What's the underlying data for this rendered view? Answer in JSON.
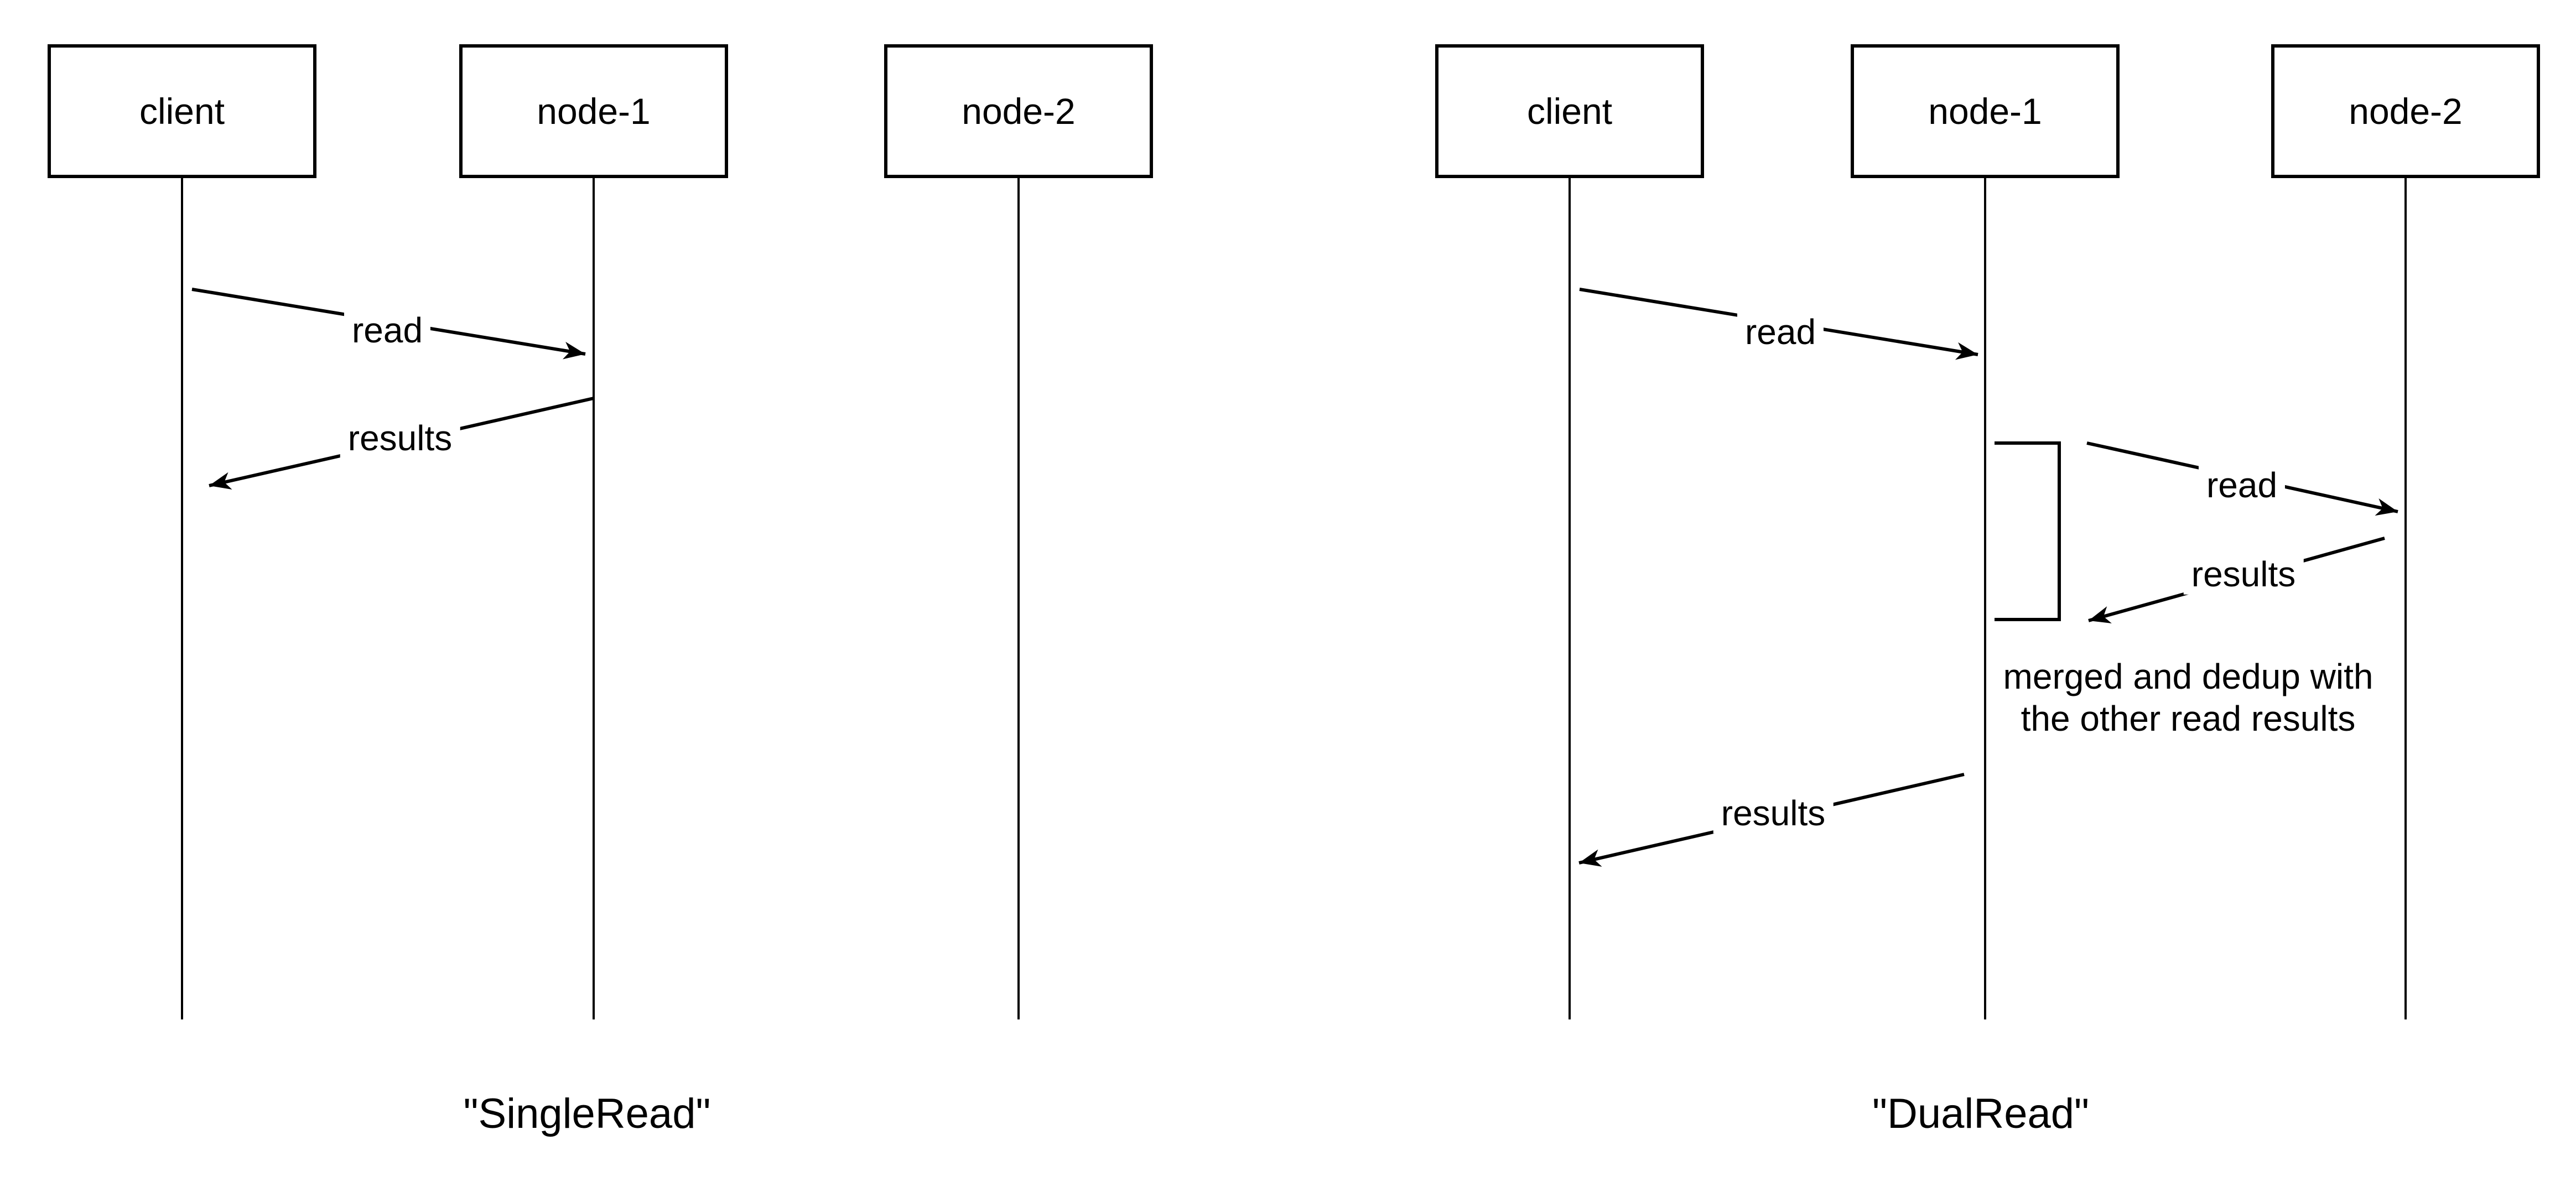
{
  "colors": {
    "background": "#ffffff",
    "stroke": "#000000",
    "text": "#000000"
  },
  "left_diagram": {
    "caption": "\"SingleRead\"",
    "actors": [
      {
        "label": "client"
      },
      {
        "label": "node-1"
      },
      {
        "label": "node-2"
      }
    ],
    "messages": [
      {
        "label": "read",
        "from": "client",
        "to": "node-1"
      },
      {
        "label": "results",
        "from": "node-1",
        "to": "client"
      }
    ]
  },
  "right_diagram": {
    "caption": "\"DualRead\"",
    "actors": [
      {
        "label": "client"
      },
      {
        "label": "node-1"
      },
      {
        "label": "node-2"
      }
    ],
    "messages": [
      {
        "label": "read",
        "from": "client",
        "to": "node-1"
      },
      {
        "label": "read",
        "from": "node-1",
        "to": "node-2"
      },
      {
        "label": "results",
        "from": "node-2",
        "to": "node-1"
      },
      {
        "label": "results",
        "from": "node-1",
        "to": "client"
      }
    ],
    "note": {
      "line1": "merged and dedup with",
      "line2": "the other read results"
    }
  }
}
